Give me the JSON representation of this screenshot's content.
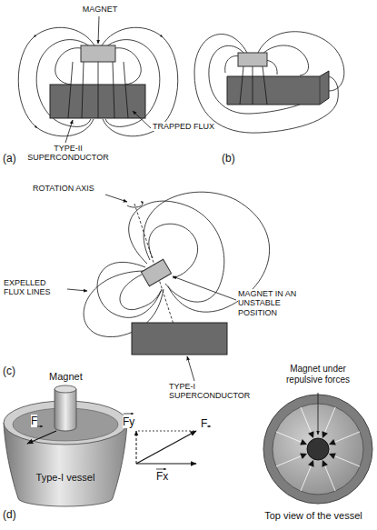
{
  "diagram": {
    "nodes": [
      {
        "text": [
          "Type-I vessel"
        ]
      }
    ],
    "labels": [
      "MAGNET",
      "TRAPPED FLUX",
      "TYPE-II SUPERCONDUCTOR",
      "(a)",
      "(b)",
      "ROTATION AXIS",
      "EXPELLED FLUX LINES",
      "MAGNET IN AN UNSTABLE POSITION",
      "TYPE-I SUPERCONDUCTOR",
      "(c)",
      "(d)",
      "Magnet",
      "F",
      "Fy",
      "F",
      "Fx",
      "Magnet under repulsive forces",
      "Top view of the vessel"
    ]
  }
}
